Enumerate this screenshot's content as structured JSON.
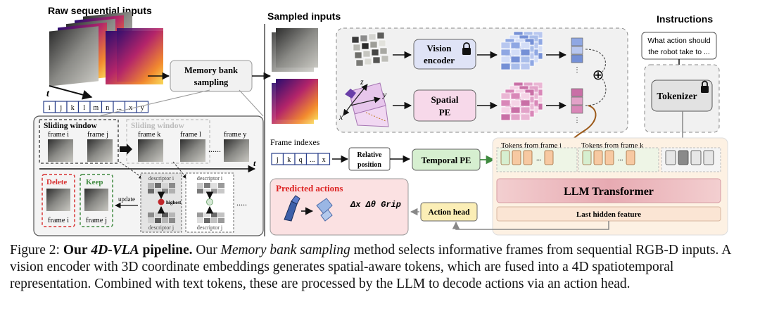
{
  "headers": {
    "raw": "Raw sequential inputs",
    "sampled": "Sampled inputs",
    "instructions": "Instructions"
  },
  "raw_timeline": [
    "i",
    "j",
    "k",
    "l",
    "m",
    "n",
    "...",
    "x",
    "y"
  ],
  "t_label": "t",
  "memory_bank": {
    "line1": "Memory bank",
    "line2": "sampling"
  },
  "sliding": {
    "window_active": "Sliding window",
    "window_faded": "Sliding window",
    "frames": [
      "frame i",
      "frame j",
      "frame k",
      "frame l",
      "frame y"
    ],
    "dots": "......",
    "t_label": "t",
    "delete": "Delete",
    "keep": "Keep",
    "delete_frame": "frame i",
    "keep_frame": "frame j",
    "update": "update",
    "descriptor_i": "descriptor i",
    "descriptor_j": "descriptor j",
    "highest": "highest",
    "trailing_dots": "....."
  },
  "top_branch": {
    "vision_encoder": {
      "line1": "Vision",
      "line2": "encoder"
    },
    "spatial_pe": {
      "line1": "Spatial",
      "line2": "PE"
    },
    "axes": {
      "z": "z",
      "x": "x",
      "y": "y"
    },
    "plus": "⊕"
  },
  "instruction_text": {
    "line1": "What action should",
    "line2": "the robot take to ..."
  },
  "tokenizer": "Tokenizer",
  "frame_indexes": {
    "label": "Frame indexes",
    "cells": [
      "j",
      "k",
      "q",
      "...",
      "x"
    ],
    "relative": {
      "line1": "Relative",
      "line2": "position"
    },
    "temporal_pe": "Temporal PE"
  },
  "llm": {
    "tokens_i": "Tokens from frame i",
    "tokens_k": "Tokens from frame k",
    "transformer": "LLM Transformer",
    "last_hidden": "Last hidden feature"
  },
  "actions": {
    "title": "Predicted actions",
    "formula": "Δx Δθ Grip",
    "action_head": "Action head"
  },
  "colors": {
    "vision_encoder": "#dfe3f6",
    "spatial_pe": "#f7d9ea",
    "temporal_pe": "#d6efd0",
    "llm_panel": "#fdf1e3",
    "llm_bar": "#ebb9bf",
    "action_head": "#fbeeb6",
    "predicted_panel": "#fbe1e2",
    "delete_red": "#d83030",
    "keep_green": "#3f8a3f",
    "brown_arrow": "#9c5a1a",
    "green_arrow": "#3f8a3f"
  },
  "caption": {
    "figure": "Figure 2:",
    "bold_a": "Our",
    "bold_italic": "4D-VLA",
    "bold_b": "pipeline.",
    "text1": "Our",
    "italic1": "Memory bank sampling",
    "text2": "method selects informative frames from sequential RGB-D inputs. A vision encoder with 3D coordinate embeddings generates spatial-aware tokens, which are fused into a 4D spatiotemporal representation. Combined with text tokens, these are processed by the LLM to decode actions via an action head."
  }
}
